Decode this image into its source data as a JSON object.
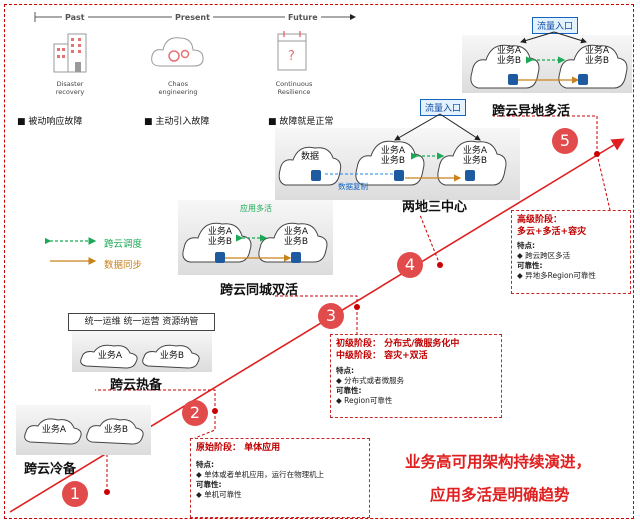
{
  "timeline": {
    "past": "Past",
    "present": "Present",
    "future": "Future",
    "icons": [
      {
        "caption_l1": "Disaster",
        "caption_l2": "recovery",
        "icon": "building-icon"
      },
      {
        "caption_l1": "Chaos",
        "caption_l2": "engineering",
        "icon": "cloud-gear-icon"
      },
      {
        "caption_l1": "Continuous",
        "caption_l2": "Resilience",
        "icon": "calendar-icon"
      }
    ],
    "bullets": [
      "■ 被动响应故障",
      "■ 主动引入故障",
      "■ 故障就是正常"
    ]
  },
  "legend": {
    "scheduling": "跨云调度",
    "sync": "数据同步",
    "colors": {
      "scheduling": "#1aaa55",
      "sync": "#c8821e"
    }
  },
  "stages": [
    {
      "num": "1",
      "title": "跨云冷备",
      "clouds": [
        "业务A",
        "业务B"
      ]
    },
    {
      "num": "2",
      "title": "跨云热备",
      "clouds": [
        "业务A",
        "业务B"
      ],
      "banner": "统一运维 统一运营 资源纳管"
    },
    {
      "num": "3",
      "title": "跨云同城双活",
      "label": "应用多活",
      "cloud_l1": "业务A",
      "cloud_l2": "业务B"
    },
    {
      "num": "4",
      "title": "两地三中心",
      "entry": "流量入口",
      "data_label": "数据",
      "replication": "数据复制",
      "cloud_l1": "业务A",
      "cloud_l2": "业务B"
    },
    {
      "num": "5",
      "title": "跨云异地多活",
      "entry": "流量入口",
      "cloud_l1": "业务A",
      "cloud_l2": "业务B"
    }
  ],
  "boxes": {
    "basic": {
      "heading": "原始阶段： 单体应用",
      "features_label": "特点:",
      "feature": "◆  单体或者单机应用，运行在物理机上",
      "reliability_label": "可靠性:",
      "reliability": "◆  单机可靠性"
    },
    "mid": {
      "heading1": "初级阶段： 分布式/微服务化中",
      "heading2": "中级阶段： 容灾+双活",
      "features_label": "特点:",
      "feature": "◆  分布式或者微服务",
      "reliability_label": "可靠性:",
      "reliability": "◆  Region可靠性"
    },
    "advanced": {
      "heading1": "高级阶段：",
      "heading2": "多云+多活+容灾",
      "features_label": "特点:",
      "feature": "◆  跨云跨区多活",
      "reliability_label": "可靠性:",
      "reliability": "◆  异地多Region可靠性"
    }
  },
  "message": {
    "line1": "业务高可用架构持续演进，",
    "line2": "应用多活是明确趋势"
  },
  "colors": {
    "accent": "#e02020",
    "circle": "#e24b4b",
    "db": "#1e5aa0"
  }
}
